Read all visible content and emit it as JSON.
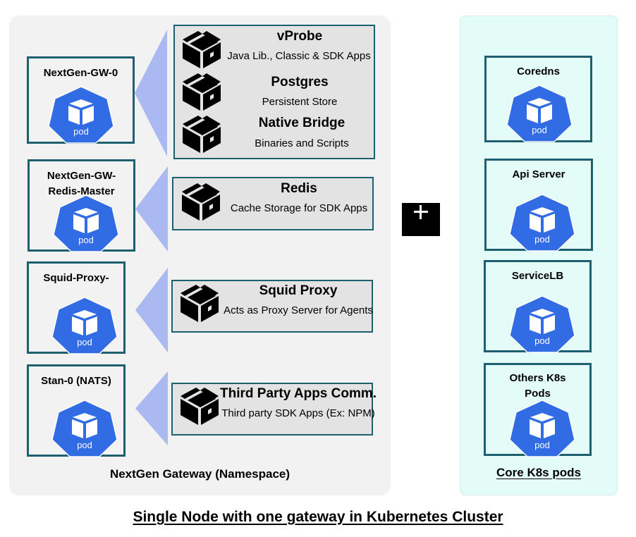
{
  "diagram": {
    "caption": "Single Node with one gateway in Kubernetes Cluster",
    "pod_icon_label": "pod",
    "colors": {
      "pod_blue": "#326ce5",
      "wedge_blue": "#aab9f2",
      "border_teal": "#1f6070",
      "namespace_bg": "#f2f2f2",
      "core_bg": "#e3fcf8",
      "component_bg": "#e3e3e3"
    },
    "namespace": {
      "label": "NextGen Gateway  (Namespace)",
      "pods": [
        {
          "name": "NextGen-GW-0",
          "components": [
            {
              "name": "vProbe",
              "description": "Java Lib., Classic & SDK Apps",
              "icon": "package-box-icon"
            },
            {
              "name": "Postgres",
              "description": "Persistent Store",
              "icon": "package-box-icon"
            },
            {
              "name": "Native Bridge",
              "description": "Binaries and Scripts",
              "icon": "package-box-icon"
            }
          ]
        },
        {
          "name": "NextGen-GW-\nRedis-Master",
          "components": [
            {
              "name": "Redis",
              "description": "Cache Storage for SDK Apps",
              "icon": "package-box-icon"
            }
          ]
        },
        {
          "name": "Squid-Proxy-",
          "components": [
            {
              "name": "Squid Proxy",
              "description": "Acts as Proxy Server for Agents",
              "icon": "package-box-icon"
            }
          ]
        },
        {
          "name": "Stan-0 (NATS)",
          "components": [
            {
              "name": "Third Party Apps Comm.",
              "description": "Third party SDK Apps (Ex: NPM)",
              "icon": "package-box-icon"
            }
          ]
        }
      ]
    },
    "plus_symbol": "plus-icon",
    "core": {
      "label": "Core K8s pods",
      "pods": [
        {
          "name": "Coredns"
        },
        {
          "name": "Api Server"
        },
        {
          "name": "ServiceLB"
        },
        {
          "name": "Others K8s\nPods"
        }
      ]
    }
  }
}
